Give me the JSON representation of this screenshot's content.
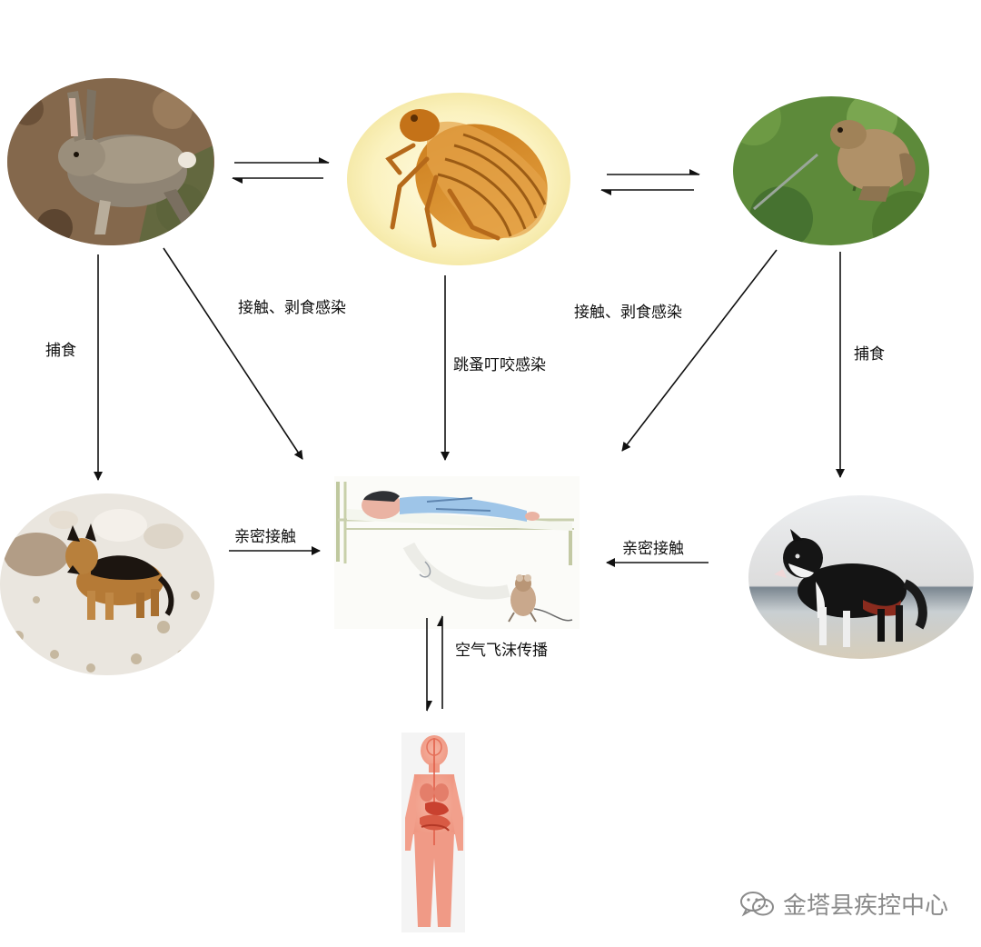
{
  "labels": {
    "contact_infection_left": "接触、剥食感染",
    "contact_infection_right": "接触、剥食感染",
    "flea_bite_infection": "跳蚤叮咬感染",
    "predation_left": "捕食",
    "predation_right": "捕食",
    "close_contact_left": "亲密接触",
    "close_contact_right": "亲密接触",
    "airborne_droplet": "空气飞沫传播"
  },
  "nodes": [
    {
      "id": "hare",
      "icon": "hare-photo"
    },
    {
      "id": "flea",
      "icon": "flea-photo"
    },
    {
      "id": "marmot",
      "icon": "marmot-photo"
    },
    {
      "id": "dog-left",
      "icon": "shepherd-dog-photo"
    },
    {
      "id": "patient",
      "icon": "sick-person-illustration"
    },
    {
      "id": "dog-right",
      "icon": "collie-dog-photo"
    },
    {
      "id": "human-body",
      "icon": "human-anatomy-figure"
    }
  ],
  "watermark": {
    "text": "金塔县疾控中心",
    "icon": "wechat-icon"
  },
  "colors": {
    "arrow": "#111111",
    "body": "#f0a08a",
    "organs": "#d8412e",
    "watermark": "#8a8a8a"
  }
}
